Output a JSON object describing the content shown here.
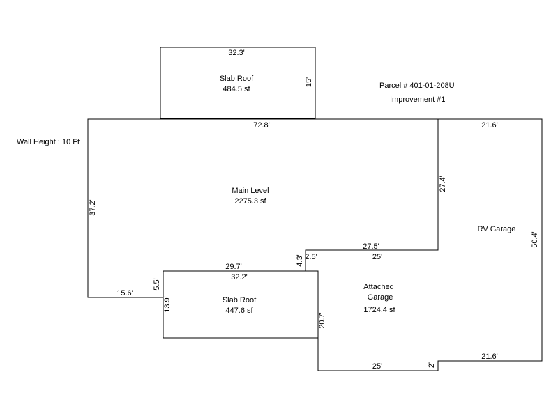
{
  "parcel": {
    "parcel_number": "Parcel # 401-01-208U",
    "improvement": "Improvement #1"
  },
  "wall_height": "Wall Height : 10 Ft",
  "areas": {
    "slab_roof_top": {
      "name": "Slab Roof",
      "area": "484.5 sf"
    },
    "main_level": {
      "name": "Main Level",
      "area": "2275.3 sf"
    },
    "rv_garage": {
      "name": "RV Garage"
    },
    "slab_roof_bottom": {
      "name": "Slab Roof",
      "area": "447.6 sf"
    },
    "attached_garage": {
      "name_line1": "Attached",
      "name_line2": "Garage",
      "area": "1724.4 sf"
    }
  },
  "dimensions": {
    "slab_top_width": "32.3'",
    "slab_top_depth": "15'",
    "main_top": "72.8'",
    "rv_top": "21.6'",
    "main_right": "27.4'",
    "main_left": "37.2'",
    "rv_right": "50.4'",
    "main_step_top": "27.5'",
    "garage_top": "25'",
    "step_short": "2.5'",
    "step_height": "4.3'",
    "main_bottom_step": "29.7'",
    "slab_bottom_width": "32.2'",
    "main_step_left": "5.5'",
    "main_bottom_left": "15.6'",
    "slab_bottom_depth": "13.9'",
    "garage_left": "20.7'",
    "garage_bottom": "25'",
    "garage_jog": "2'",
    "rv_bottom": "21.6'"
  }
}
